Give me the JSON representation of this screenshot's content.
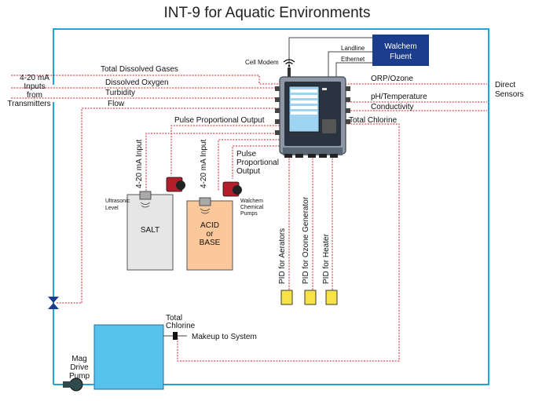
{
  "title": "INT-9 for Aquatic Environments",
  "walchem_fluent": {
    "line1": "Walchem",
    "line2": "Fluent"
  },
  "network": {
    "cell_modem": "Cell Modem",
    "landline": "Landline",
    "ethernet": "Ethernet"
  },
  "inputs": {
    "group_label_lines": [
      "4-20 mA",
      "Inputs",
      "from",
      "Transmitters"
    ],
    "total_dissolved_gases": "Total Dissolved Gases",
    "dissolved_oxygen": "Dissolved Oxygen",
    "turbidity": "Turbidity",
    "flow": "Flow"
  },
  "direct_sensors": {
    "group_label_lines": [
      "Direct",
      "Sensors"
    ],
    "orp_ozone": "ORP/Ozone",
    "ph_temperature": "pH/Temperature",
    "conductivity": "Conductivity",
    "total_chlorine": "Total Chlorine"
  },
  "outputs": {
    "pulse_proportional_output": "Pulse Proportional Output",
    "pulse_proportional_output_lines": [
      "Pulse",
      "Proportional",
      "Output"
    ],
    "input_4_20_a": "4-20 mA Input",
    "input_4_20_b": "4-20 mA Input",
    "pid_aerators": "PID for Aerators",
    "pid_ozone_generator": "PID for Ozone Generator",
    "pid_heater": "PID for Heater"
  },
  "tanks": {
    "salt": "SALT",
    "acid_or_base_lines": [
      "ACID",
      "or",
      "BASE"
    ],
    "ultrasonic_level_lines": [
      "Ultrasonic",
      "Level"
    ],
    "walchem_pumps_lines": [
      "Walchem",
      "Chemical",
      "Pumps"
    ]
  },
  "system": {
    "total_chlorine_lines": [
      "Total",
      "Chlorine"
    ],
    "makeup_to_system": "Makeup to System",
    "mag_drive_pump_lines": [
      "Mag",
      "Drive",
      "Pump"
    ]
  },
  "colors": {
    "loop_pipe": "#1ea6d6",
    "signal_wire": "#d21f2a",
    "fluent_box": "#1c3c8c",
    "acid_tank": "#fbc89b",
    "salt_tank": "#e6e6e6",
    "pool": "#57c2ea",
    "pid_device": "#f7e24a"
  }
}
